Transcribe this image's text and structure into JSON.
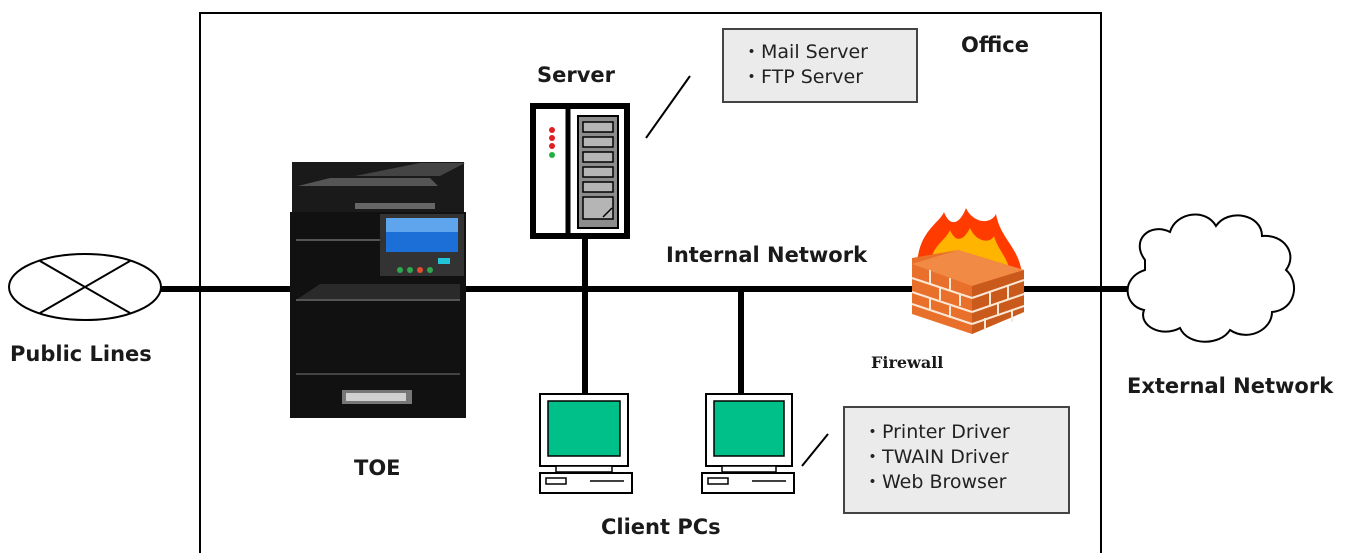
{
  "labels": {
    "office": "Office",
    "server": "Server",
    "internal_network": "Internal Network",
    "firewall": "Firewall",
    "public_lines": "Public Lines",
    "external_network": "External Network",
    "toe": "TOE",
    "client_pcs": "Client PCs"
  },
  "server_note": [
    "・Mail Server",
    "・FTP Server"
  ],
  "client_note": [
    "・Printer Driver",
    "・TWAIN Driver",
    "・Web Browser"
  ],
  "colors": {
    "line": "#000000",
    "note_bg": "#ebebeb",
    "screen": "#00c08a",
    "brick": "#e8702a",
    "flame": "#ff3b00"
  }
}
